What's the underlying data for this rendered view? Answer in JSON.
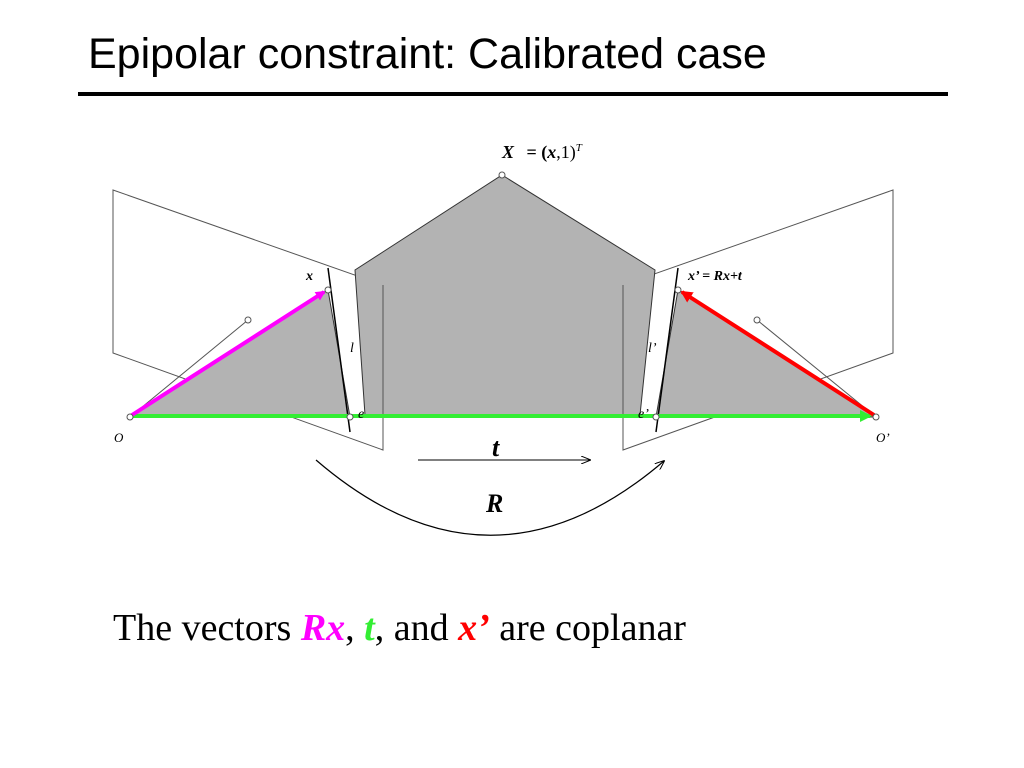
{
  "slide": {
    "title": "Epipolar constraint: Calibrated case"
  },
  "diagram": {
    "point_X": "X",
    "point_X_eq": "= (",
    "point_X_bold_x": "x",
    "point_X_rest": ",1)",
    "point_X_sup": "T",
    "label_x": "x",
    "label_x_prime": "x’ = Rx+t",
    "label_l": "l",
    "label_l_prime": "l’",
    "label_e": "e",
    "label_e_prime": "e’",
    "label_O": "O",
    "label_O_prime": "O’",
    "label_t": "t",
    "label_R": "R"
  },
  "caption": {
    "prefix": "The vectors ",
    "rx": "Rx",
    "sep1": ", ",
    "t": "t",
    "sep2": ", and ",
    "xp": "x’",
    "suffix": " are coplanar"
  },
  "colors": {
    "Rx": "#ff00ff",
    "t": "#33ee33",
    "x_prime": "#ff0000",
    "plane_fill": "#b3b3b3"
  }
}
